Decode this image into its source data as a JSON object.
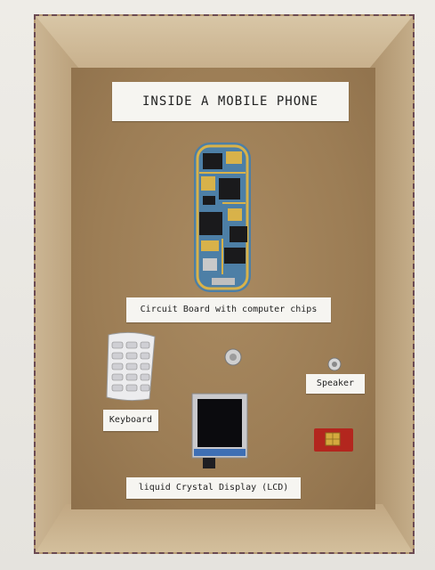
{
  "display": {
    "title": "INSIDE A MOBILE PHONE",
    "labels": {
      "circuit_board": "Circuit Board with computer chips",
      "keyboard": "Keyboard",
      "speaker": "Speaker",
      "lcd": "liquid Crystal Display (LCD)"
    }
  },
  "colors": {
    "cardboard": "#a98a61",
    "label_paper": "#f6f5f1",
    "circuit_board": "#4d7fa6",
    "gold_trace": "#d8b24a",
    "sim_card": "#b3261e"
  }
}
